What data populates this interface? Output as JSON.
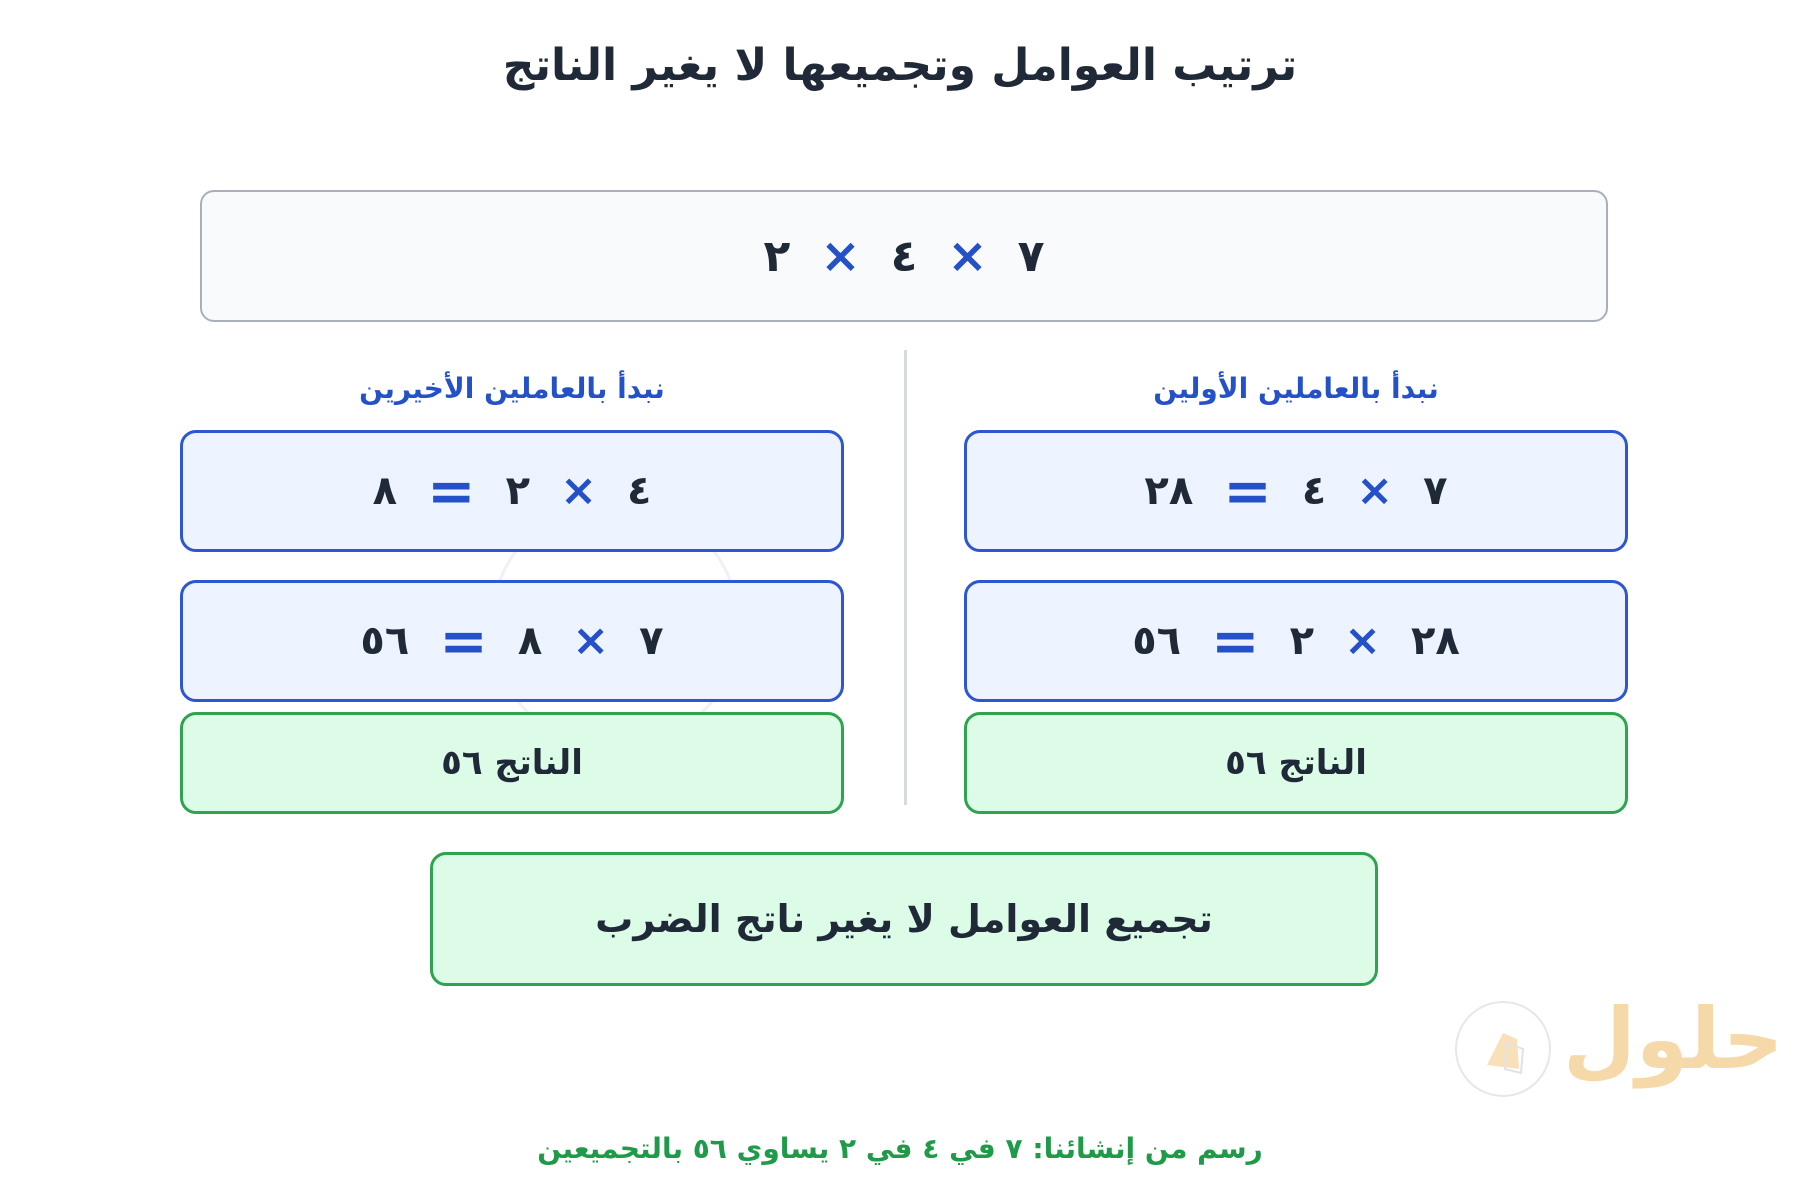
{
  "title": "ترتيب العوامل وتجميعها لا يغير الناتج",
  "expression": {
    "a": "٧",
    "b": "٤",
    "c": "٢",
    "op": "×"
  },
  "right_column": {
    "heading": "نبدأ بالعاملين الأولين",
    "step1": {
      "left": "٧",
      "op": "×",
      "right": "٤",
      "eq": "=",
      "result": "٢٨"
    },
    "step2": {
      "left": "٢٨",
      "op": "×",
      "right": "٢",
      "eq": "=",
      "result": "٥٦"
    },
    "result_label": "الناتج ٥٦"
  },
  "left_column": {
    "heading": "نبدأ بالعاملين الأخيرين",
    "step1": {
      "left": "٤",
      "op": "×",
      "right": "٢",
      "eq": "=",
      "result": "٨"
    },
    "step2": {
      "left": "٧",
      "op": "×",
      "right": "٨",
      "eq": "=",
      "result": "٥٦"
    },
    "result_label": "الناتج ٥٦"
  },
  "conclusion": "تجميع العوامل لا يغير ناتج الضرب",
  "caption": "رسم من إنشائنا: ٧ في ٤ في ٢ يساوي ٥٦ بالتجميعين",
  "watermark": {
    "logo_text": "حلول",
    "logo_icon": "book-icon"
  },
  "colors": {
    "accent_blue": "#2451c8",
    "accent_green": "#2fa34f",
    "step_fill": "#eef4ff",
    "result_fill": "#dcfce7"
  }
}
